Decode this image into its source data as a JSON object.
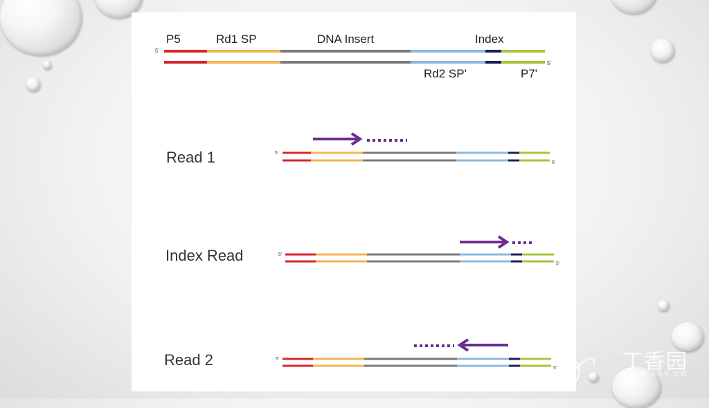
{
  "top_construct": {
    "labels": {
      "p5": "P5",
      "rd1_sp": "Rd1 SP",
      "dna_insert": "DNA Insert",
      "index": "Index",
      "rd2_sp": "Rd2 SP'",
      "p7": "P7'"
    },
    "five_prime_top": "5'",
    "five_prime_bottom": "5'"
  },
  "reads": [
    {
      "label": "Read 1",
      "five_top": "5'",
      "five_bottom": "5'"
    },
    {
      "label": "Index Read",
      "five_top": "5'",
      "five_bottom": "5'"
    },
    {
      "label": "Read 2",
      "five_top": "5'",
      "five_bottom": "5'"
    }
  ],
  "colors": {
    "p5": "#d7262e",
    "rd1_sp": "#f2b553",
    "insert": "#7b7b7b",
    "rd2_sp": "#8cb8de",
    "index": "#1b1f5a",
    "p7": "#a9c43a",
    "arrow": "#6b2d91"
  },
  "watermark": {
    "name": "丁香园",
    "url": "WWW.DXY.CN"
  }
}
